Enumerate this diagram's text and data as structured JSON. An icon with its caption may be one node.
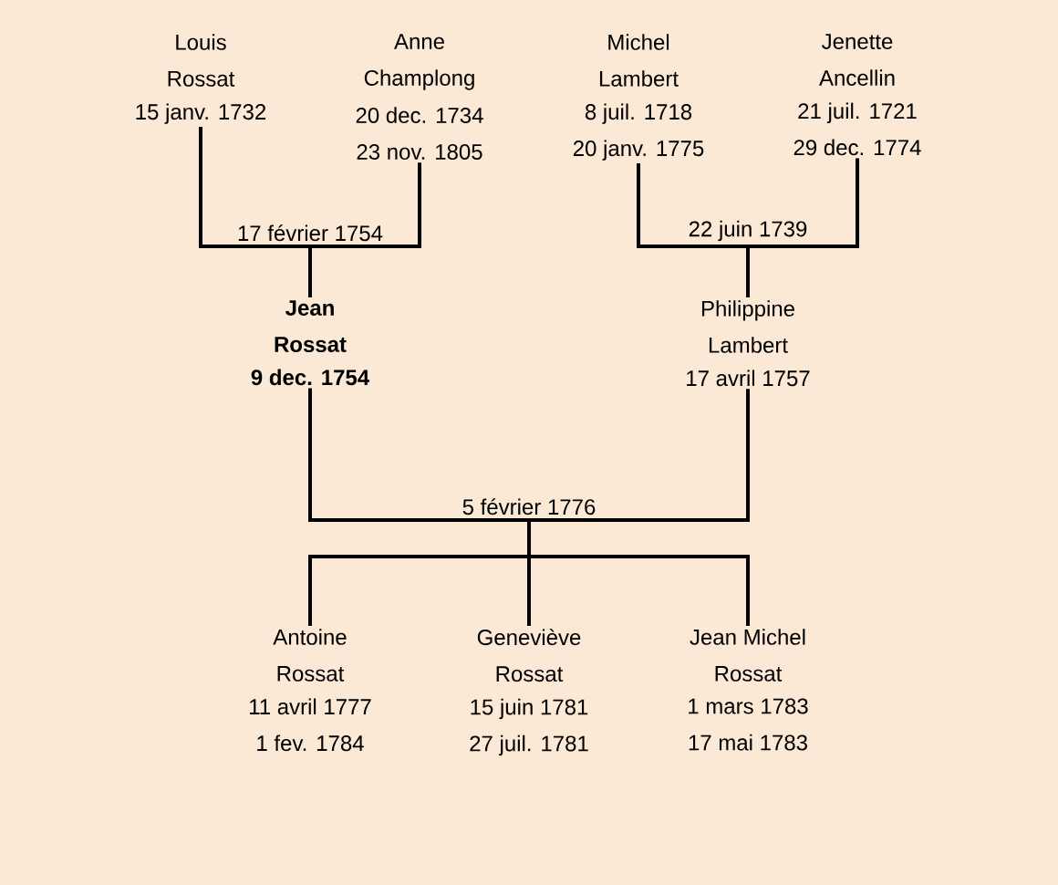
{
  "diagram": {
    "nodes": [
      {
        "text": [
          "Louis Rossat",
          "15 janv. 1732"
        ]
      },
      {
        "text": [
          "Anne Champlong",
          "20 dec. 1734",
          "23 nov. 1805"
        ]
      },
      {
        "text": [
          "Michel Lambert",
          "8 juil. 1718",
          "20 janv. 1775"
        ]
      },
      {
        "text": [
          "Jenette Ancellin",
          "21 juil. 1721",
          "29 dec. 1774"
        ]
      },
      {
        "text": [
          "17 février 1754"
        ]
      },
      {
        "text": [
          "22 juin 1739"
        ]
      },
      {
        "text": [
          "Jean Rossat",
          "9 dec. 1754"
        ]
      },
      {
        "text": [
          "Philippine Lambert",
          "17 avril 1757"
        ]
      },
      {
        "text": [
          "5 février 1776"
        ]
      },
      {
        "text": [
          "Antoine Rossat",
          "11 avril 1777",
          "1 fev. 1784"
        ]
      },
      {
        "text": [
          "Geneviève Rossat",
          "15 juin 1781",
          "27 juil. 1781"
        ]
      },
      {
        "text": [
          "Jean Michel Rossat",
          "1 mars 1783",
          "17 mai 1783"
        ]
      }
    ],
    "edges": [
      {
        "from": 0,
        "to": 4,
        "arrow": "none"
      },
      {
        "from": 1,
        "to": 4,
        "arrow": "none"
      },
      {
        "from": 4,
        "to": 6,
        "arrow": "none"
      },
      {
        "from": 2,
        "to": 5,
        "arrow": "none"
      },
      {
        "from": 3,
        "to": 5,
        "arrow": "none"
      },
      {
        "from": 5,
        "to": 7,
        "arrow": "none"
      },
      {
        "from": 6,
        "to": 8,
        "arrow": "none"
      },
      {
        "from": 7,
        "to": 8,
        "arrow": "none"
      },
      {
        "from": 8,
        "to": 9,
        "arrow": "none"
      },
      {
        "from": 8,
        "to": 10,
        "arrow": "none"
      },
      {
        "from": 8,
        "to": 11,
        "arrow": "none"
      }
    ]
  }
}
